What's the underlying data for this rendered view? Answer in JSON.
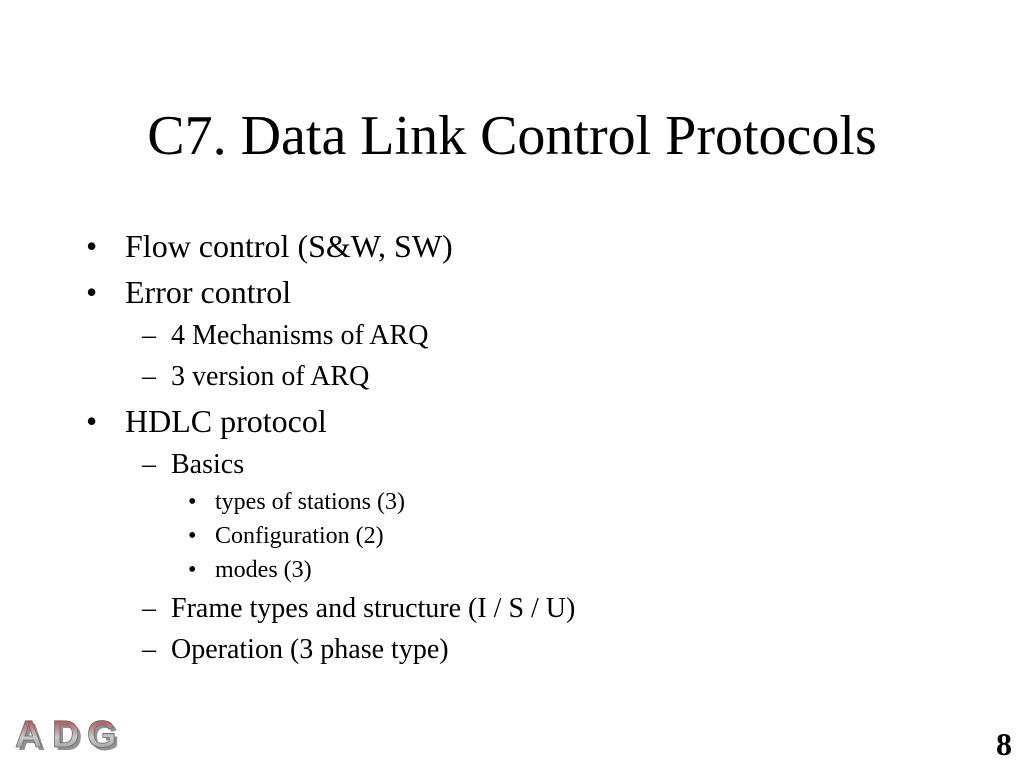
{
  "title": "C7. Data Link Control Protocols",
  "bullets": {
    "flow_control": "Flow control (S&W, SW)",
    "error_control": "Error control",
    "arq_mechanisms": "4 Mechanisms of ARQ",
    "arq_versions": "3 version of ARQ",
    "hdlc_protocol": "HDLC protocol",
    "basics": "Basics",
    "station_types": "types of stations (3)",
    "configuration": "Configuration (2)",
    "modes": "modes (3)",
    "frame_types": "Frame types and structure (I / S / U)",
    "operation": "Operation (3 phase type)"
  },
  "markers": {
    "bullet": "•",
    "dash": "–"
  },
  "logo": {
    "text": "ADG",
    "letters": [
      "A",
      "D",
      "G"
    ],
    "color_a": "#b3262d",
    "color_b": "#8e8e8e"
  },
  "page_number": "8"
}
